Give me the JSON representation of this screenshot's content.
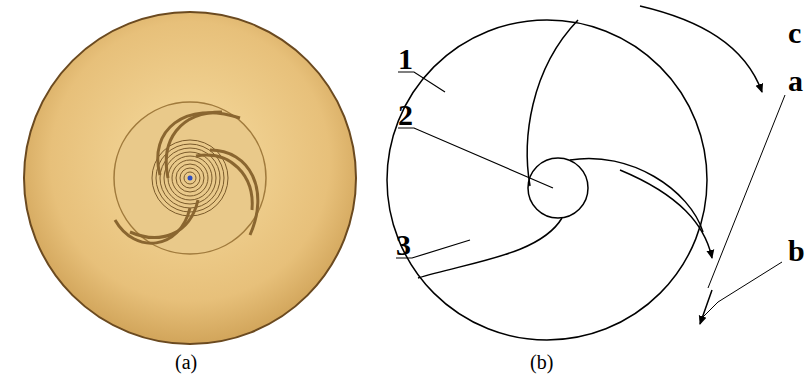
{
  "diagram": {
    "labels": [
      "(a)",
      "(b)",
      "1",
      "2",
      "3",
      "a",
      "b",
      "c"
    ]
  }
}
